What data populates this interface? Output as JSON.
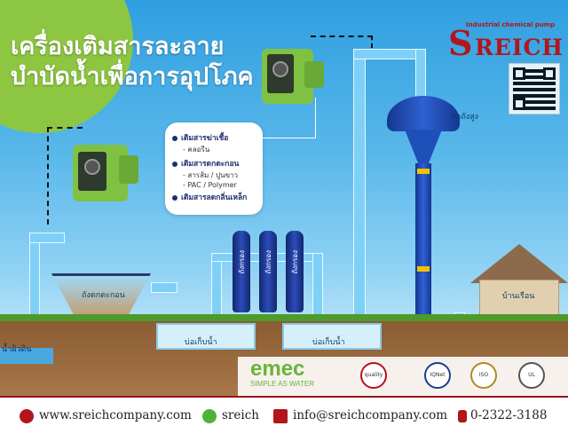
{
  "title": {
    "line1": "เครื่องเติมสารละลาย",
    "line2": "บำบัดน้ำเพื่อการอุปโภค"
  },
  "callout": {
    "group1_head": "เติมสารฆ่าเชื้อ",
    "group1_items": [
      "- คลอรีน"
    ],
    "group2_head": "เติมสารตกตะกอน",
    "group2_items": [
      "- สารส้ม / ปูนขาว",
      "- PAC / Polymer"
    ],
    "group3_head": "เติมสารลดกลิ่นเหล็ก"
  },
  "labels": {
    "settling_tank": "ถังตกตะกอน",
    "filter_tank": "ถังกรอง",
    "water_well_1": "บ่อเก็บน้ำ",
    "water_well_2": "บ่อเก็บน้ำ",
    "water_tower": "หอถังสูง",
    "house": "บ้านเรือน",
    "ground_water": "น้ำผิวดิน"
  },
  "brand": {
    "logo_text": "REICH",
    "logo_initial": "S",
    "tagline": "Industrial chemical pump",
    "emec_name": "emec",
    "emec_tagline": "SIMPLE AS WATER",
    "cert_labels": [
      "quality",
      "IQNet",
      "ISO",
      "UL"
    ]
  },
  "footer": {
    "website": "www.sreichcompany.com",
    "line_id": "sreich",
    "email": "info@sreichcompany.com",
    "phone": "0-2322-3188"
  },
  "colors": {
    "sky_top": "#2f9fe0",
    "title_circle": "#8dc641",
    "brand_red": "#b3151c",
    "pump_green": "#7fc142",
    "tank_blue": "#1c3a9a",
    "tower_blue": "#1f4fb8"
  }
}
